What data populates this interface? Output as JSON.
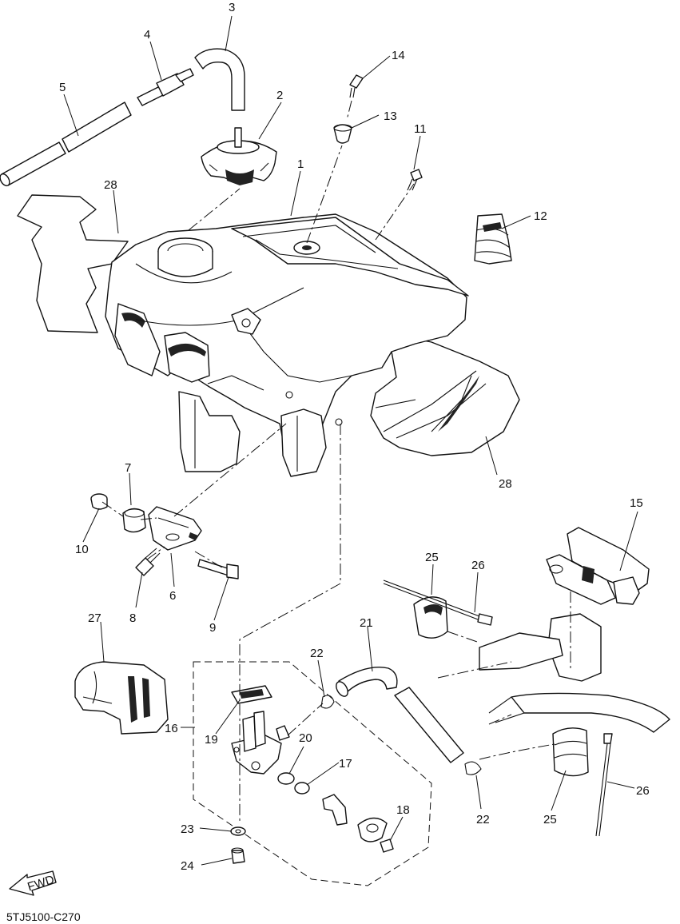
{
  "diagram": {
    "code": "5TJ5100-C270",
    "fwd": "FWD",
    "callouts": {
      "c1": "1",
      "c2": "2",
      "c3": "3",
      "c4": "4",
      "c5": "5",
      "c6": "6",
      "c7": "7",
      "c8": "8",
      "c9": "9",
      "c10": "10",
      "c11": "11",
      "c12": "12",
      "c13": "13",
      "c14": "14",
      "c15": "15",
      "c16": "16",
      "c17": "17",
      "c18": "18",
      "c19": "19",
      "c20": "20",
      "c21": "21",
      "c22a": "22",
      "c22b": "22",
      "c23": "23",
      "c24": "24",
      "c25a": "25",
      "c25b": "25",
      "c26a": "26",
      "c26b": "26",
      "c27": "27",
      "c28a": "28",
      "c28b": "28"
    }
  }
}
